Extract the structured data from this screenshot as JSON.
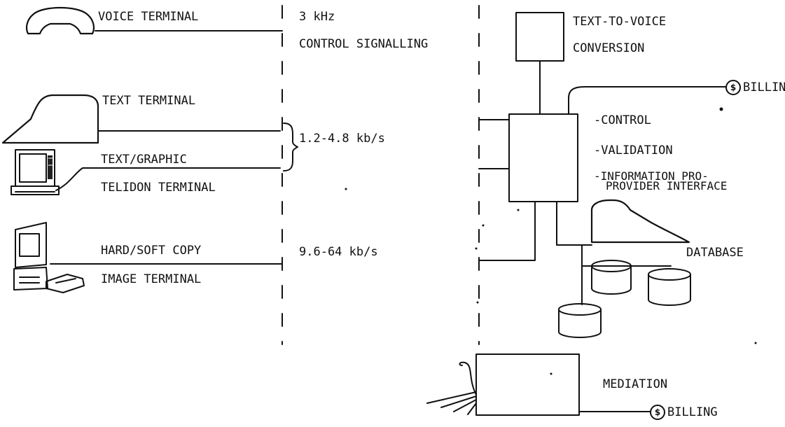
{
  "left_column": {
    "voice_terminal": "VOICE TERMINAL",
    "text_terminal": "TEXT TERMINAL",
    "text_graphic": "TEXT/GRAPHIC",
    "telidon_terminal": "TELIDON TERMINAL",
    "hard_soft_copy": "HARD/SOFT COPY",
    "image_terminal": "IMAGE TERMINAL"
  },
  "middle_column": {
    "voice_rate": "3 kHz",
    "control_signalling": "CONTROL SIGNALLING",
    "text_rate": "1.2-4.8 kb/s",
    "image_rate": "9.6-64 kb/s"
  },
  "right_column": {
    "text_to_voice": "TEXT-TO-VOICE",
    "conversion": "CONVERSION",
    "billing_top": "BILLING",
    "billing_bottom": "BILLING",
    "billing_symbol": "$",
    "control": "-CONTROL",
    "validation": "-VALIDATION",
    "info_provider_line1": "-INFORMATION PRO-",
    "info_provider_line2": "PROVIDER INTERFACE",
    "database": "DATABASE",
    "mediation": "MEDIATION"
  }
}
